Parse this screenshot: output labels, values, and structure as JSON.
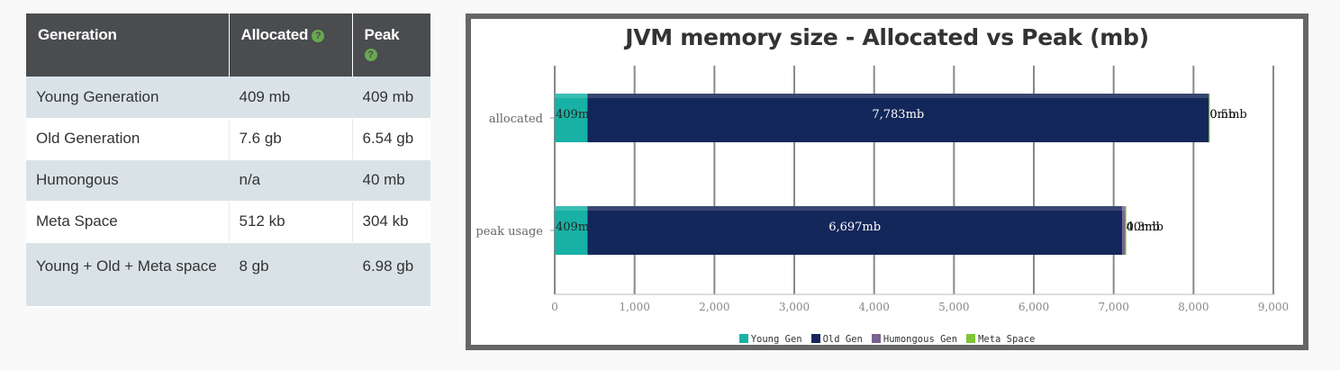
{
  "table": {
    "headers": [
      "Generation",
      "Allocated",
      "Peak"
    ],
    "rows": [
      [
        "Young Generation",
        "409 mb",
        "409 mb"
      ],
      [
        "Old Generation",
        "7.6 gb",
        "6.54 gb"
      ],
      [
        "Humongous",
        "n/a",
        "40 mb"
      ],
      [
        "Meta Space",
        "512 kb",
        "304 kb"
      ],
      [
        "Young + Old + Meta space",
        "8 gb",
        "6.98 gb"
      ]
    ],
    "help_icon": "question-icon"
  },
  "chart_data": {
    "type": "bar",
    "orientation": "horizontal",
    "stacked": true,
    "title": "JVM memory size - Allocated vs Peak (mb)",
    "categories": [
      "allocated",
      "peak usage"
    ],
    "series": [
      {
        "name": "Young Gen",
        "color": "#17b2a5",
        "values": [
          409,
          409
        ],
        "labels": [
          "409mb",
          "409mb"
        ]
      },
      {
        "name": "Old Gen",
        "color": "#14275a",
        "values": [
          7783,
          6697
        ],
        "labels": [
          "7,783mb",
          "6,697mb"
        ]
      },
      {
        "name": "Humongous Gen",
        "color": "#7b6290",
        "values": [
          0,
          40
        ],
        "labels": [
          "0mb",
          "40mb"
        ]
      },
      {
        "name": "Meta Space",
        "color": "#7ec636",
        "values": [
          0.5,
          0.3
        ],
        "labels": [
          "0.5mb",
          "0.3mb"
        ]
      }
    ],
    "xlim": [
      0,
      9000
    ],
    "xticks": [
      "0",
      "1,000",
      "2,000",
      "3,000",
      "4,000",
      "5,000",
      "6,000",
      "7,000",
      "8,000",
      "9,000"
    ],
    "grid": true,
    "legend": "bottom"
  }
}
